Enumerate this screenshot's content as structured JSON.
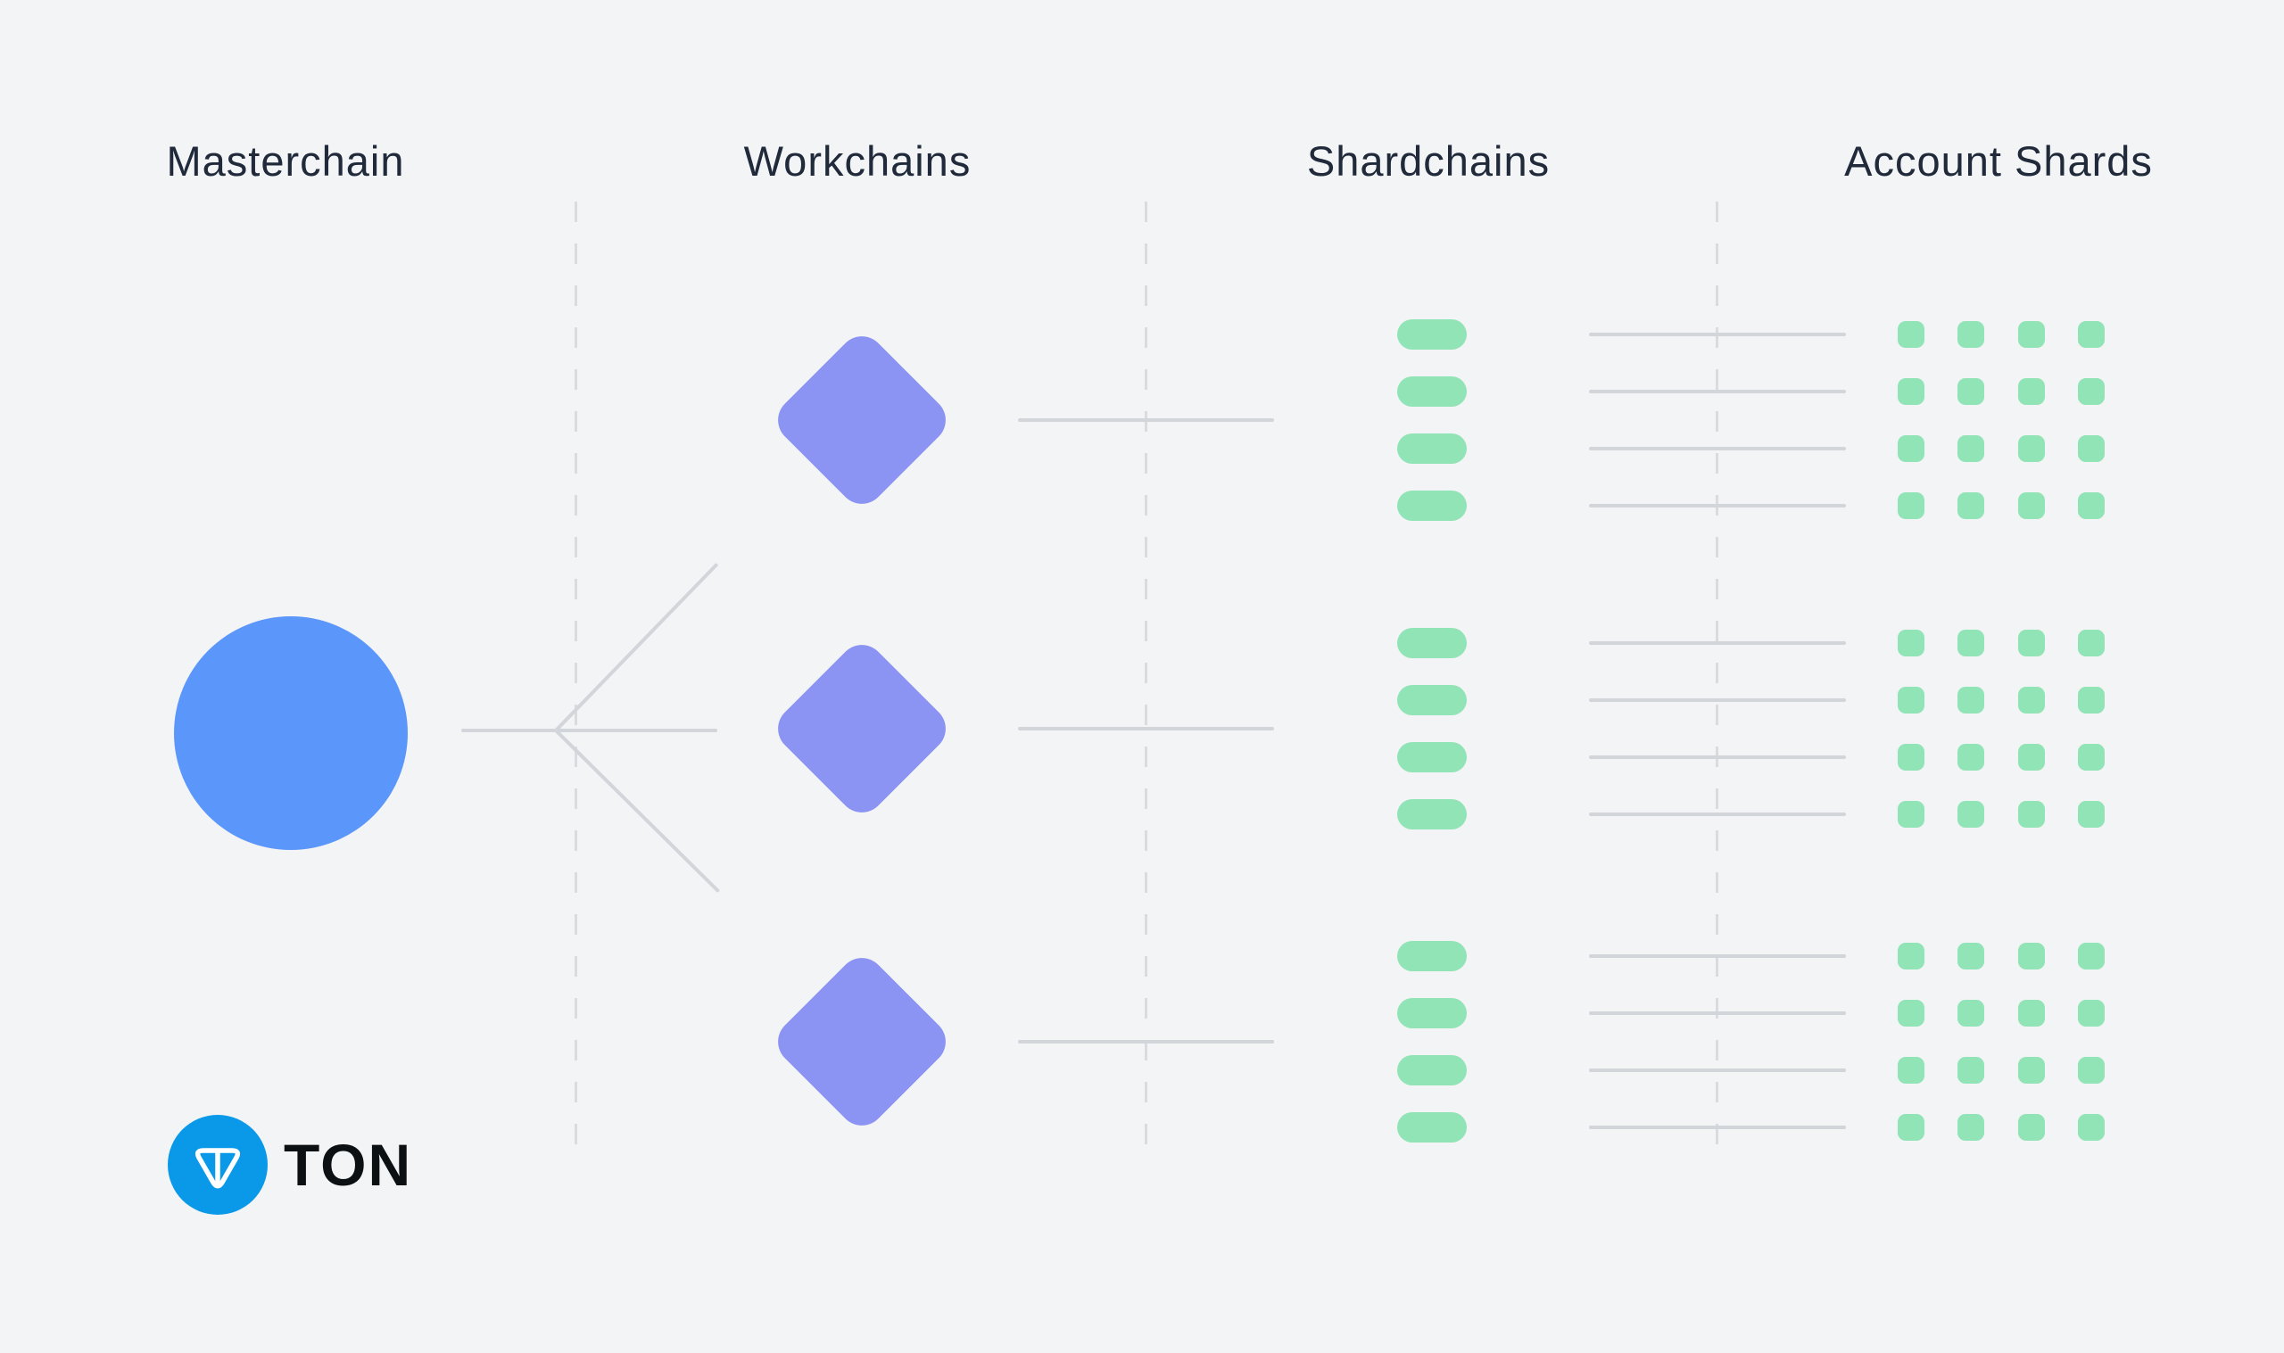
{
  "page": {
    "title": "TON blockchain architecture diagram",
    "background": "#f3f4f6"
  },
  "columns": [
    {
      "id": "masterchain",
      "label": "Masterchain"
    },
    {
      "id": "workchains",
      "label": "Workchains"
    },
    {
      "id": "shardchains",
      "label": "Shardchains"
    },
    {
      "id": "account-shards",
      "label": "Account Shards"
    }
  ],
  "diagram": {
    "masterchain_node_count": 1,
    "workchain_node_count": 3,
    "shardchain_groups": 3,
    "shardchain_blocks_per_group": 4,
    "account_shard_groups": 3,
    "account_shard_grid_rows": 4,
    "account_shard_grid_columns": 4
  },
  "colors": {
    "background": "#f3f4f6",
    "masterchain_blue": "#5b96fa",
    "workchain_purple": "#8b93f3",
    "shard_green": "#90e4b6",
    "connector_gray": "#d2d5d9",
    "separator_gray": "#d9dbde",
    "header_text": "#202a3a",
    "ton_brand_blue": "#0a99e8",
    "ton_wordmark_black": "#0d1013"
  },
  "logo": {
    "text": "TON",
    "icon": "ton-diamond-icon"
  }
}
